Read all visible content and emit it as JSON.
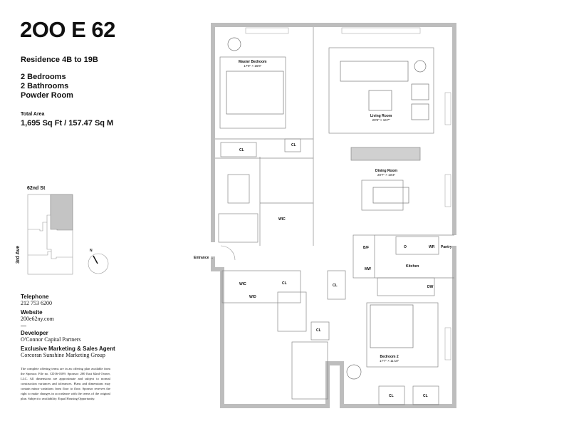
{
  "header": {
    "title": "2OO E 62",
    "residence": "Residence 4B to 19B"
  },
  "features": [
    "2 Bedrooms",
    "2 Bathrooms",
    "Powder Room"
  ],
  "area": {
    "label": "Total Area",
    "value": "1,695 Sq Ft / 157.47 Sq M"
  },
  "keyplan": {
    "street": "62nd St",
    "avenue": "3rd Ave",
    "north": "N",
    "highlight_color": "#c4c4c4"
  },
  "contact": {
    "telephone_label": "Telephone",
    "telephone": "212 753 6200",
    "website_label": "Website",
    "website": "200e62ny.com",
    "divider": "—",
    "developer_label": "Developer",
    "developer": "O'Connor Capital Partners",
    "agent_label": "Exclusive Marketing & Sales Agent",
    "agent": "Corcoran Sunshine Marketing Group"
  },
  "disclaimer": "The complete offering terms are in an offering plan available from the Sponsor. File no. CD16-0109. Sponsor: 200 East 62nd Owner, LLC. All dimensions are approximate and subject to normal construction variances and tolerances. Plans and dimensions may contain minor variations from floor to floor. Sponsor reserves the right to make changes in accordance with the terms of the original plan. Subject to availability. Equal Housing Opportunity.",
  "plan": {
    "wall_color": "#bdbdbd",
    "rooms": {
      "master": {
        "name": "Master Bedroom",
        "dim": "17'9\" × 15'8\""
      },
      "living": {
        "name": "Living Room",
        "dim": "20'8\" × 16'7\""
      },
      "dining": {
        "name": "Dining Room",
        "dim": "20'7\" × 10'3\""
      },
      "kitchen": {
        "name": "Kitchen"
      },
      "bedroom2": {
        "name": "Bedroom 2",
        "dim": "17'7\" × 11'10\""
      }
    },
    "tags": {
      "cl": "CL",
      "wic": "WIC",
      "bf": "B/F",
      "mw": "MW",
      "o": "O",
      "wr": "WR",
      "pantry": "Pantry",
      "dw": "DW",
      "wd": "W/D",
      "entrance": "Entrance"
    }
  }
}
